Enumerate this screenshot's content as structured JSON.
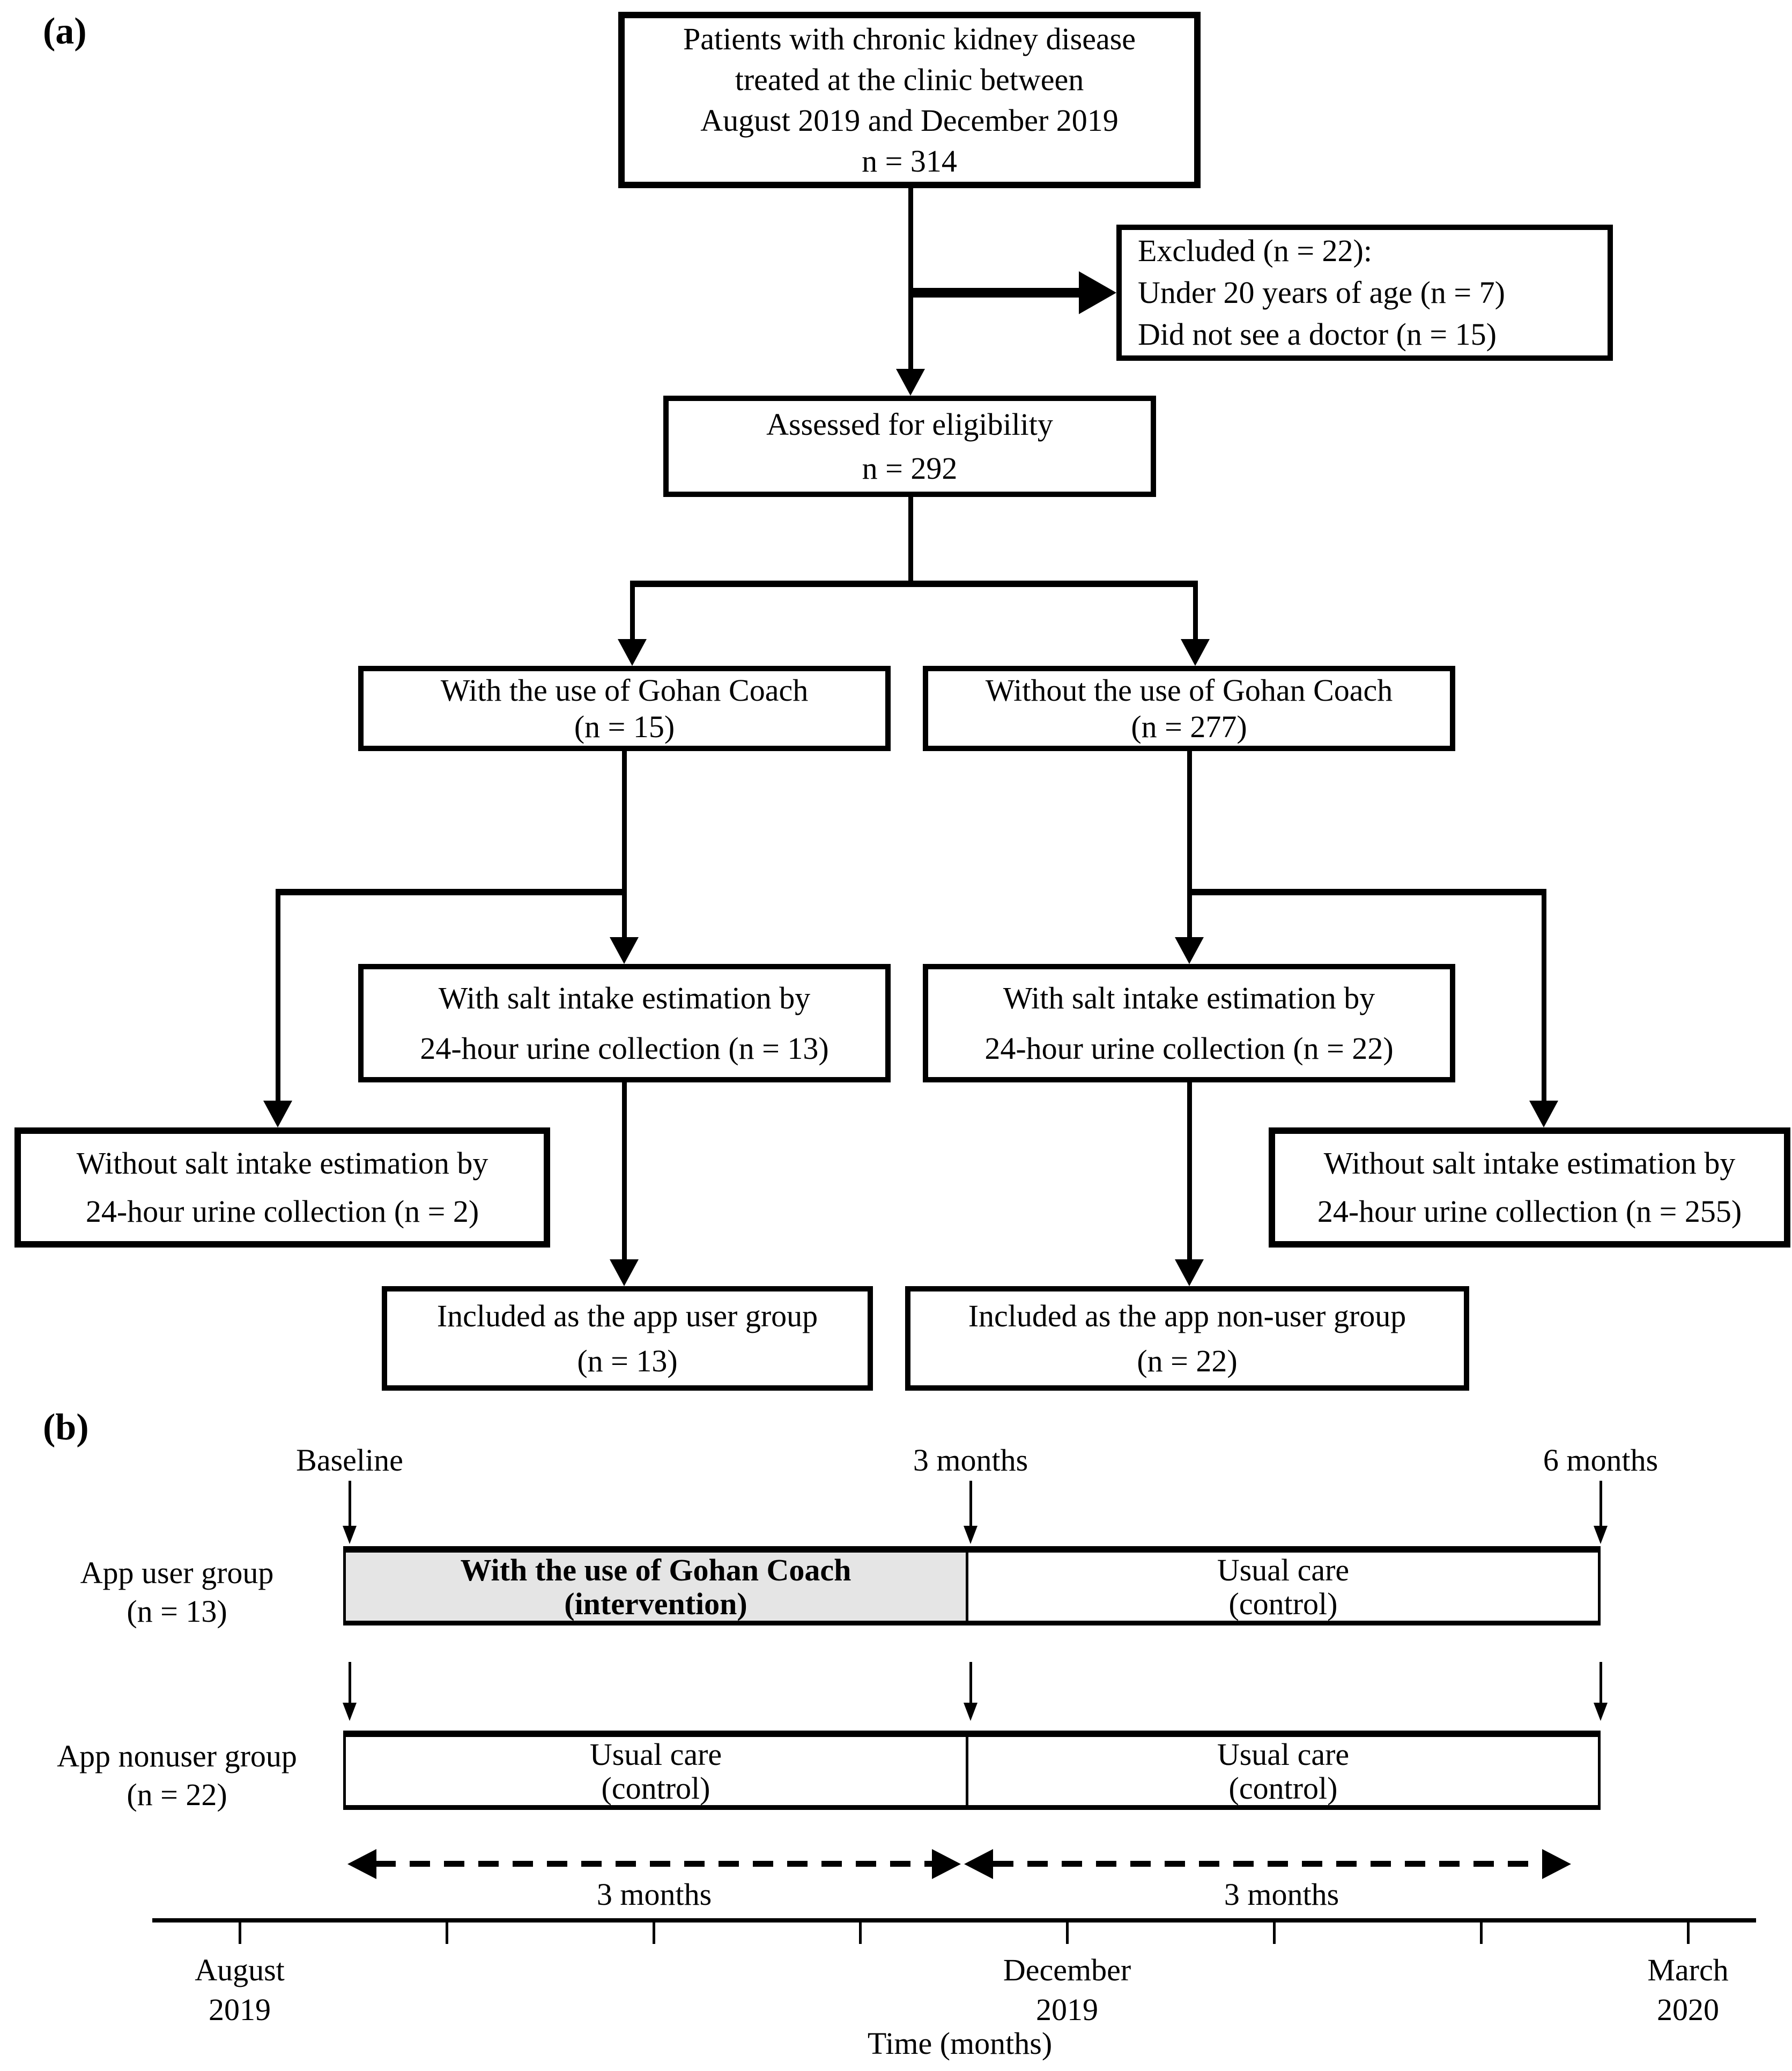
{
  "colors": {
    "ink": "#000000",
    "paper": "#ffffff",
    "intervention_shade": "#e5e5e5"
  },
  "panel_a": {
    "label": "(a)",
    "top_box": [
      "Patients with chronic kidney disease",
      "treated at the clinic between",
      "August 2019 and December 2019",
      "n = 314"
    ],
    "excluded_box": [
      "Excluded (n = 22):",
      "Under 20 years of age (n = 7)",
      "Did not see a doctor (n = 15)"
    ],
    "assessed_box": [
      "Assessed for eligibility",
      "n = 292"
    ],
    "with_gohan_box": [
      "With the use of Gohan Coach",
      "(n = 15)"
    ],
    "without_gohan_box": [
      "Without the use of Gohan Coach",
      "(n = 277)"
    ],
    "with_salt_user_box": [
      "With salt intake estimation by",
      "24-hour urine collection (n = 13)"
    ],
    "with_salt_nonuser_box": [
      "With salt intake estimation by",
      "24-hour urine collection (n = 22)"
    ],
    "without_salt_user_box": [
      "Without salt intake estimation by",
      "24-hour urine collection (n = 2)"
    ],
    "without_salt_nonuser_box": [
      "Without salt intake estimation by",
      "24-hour urine collection (n = 255)"
    ],
    "included_user_box": [
      "Included as the app user group",
      "(n = 13)"
    ],
    "included_nonuser_box": [
      "Included as the app non-user group",
      "(n = 22)"
    ]
  },
  "panel_b": {
    "label": "(b)",
    "timepoints": [
      "Baseline",
      "3 months",
      "6 months"
    ],
    "row_user": {
      "label": [
        "App user group",
        "(n = 13)"
      ],
      "cell1": [
        "With the use of Gohan Coach",
        "(intervention)"
      ],
      "cell2": [
        "Usual care",
        "(control)"
      ]
    },
    "row_nonuser": {
      "label": [
        "App nonuser group",
        "(n = 22)"
      ],
      "cell1": [
        "Usual care",
        "(control)"
      ],
      "cell2": [
        "Usual care",
        "(control)"
      ]
    },
    "span_labels": [
      "3 months",
      "3 months"
    ],
    "axis_labels": [
      [
        "August",
        "2019"
      ],
      [
        "December",
        "2019"
      ],
      [
        "March",
        "2020"
      ]
    ],
    "axis_title": "Time (months)"
  }
}
